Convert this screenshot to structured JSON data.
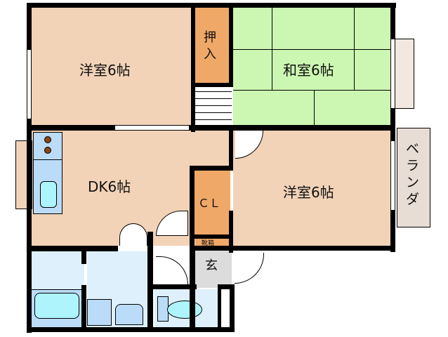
{
  "rooms": {
    "western_top": "洋室6帖",
    "closet_top": "押入",
    "japanese": "和室6帖",
    "dk": "DK6帖",
    "cl": "ＣＬ",
    "western_right": "洋室6帖",
    "shoe_box": "靴箱",
    "entrance": "玄",
    "veranda": "ベランダ"
  },
  "colors": {
    "western": "#f2d3b8",
    "storage": "#f0a868",
    "japanese": "#ccf7b2",
    "wet_area": "#ddf0fc",
    "entrance": "#dcdcdc",
    "veranda": "#e8ddd5",
    "wall": "#000000"
  }
}
